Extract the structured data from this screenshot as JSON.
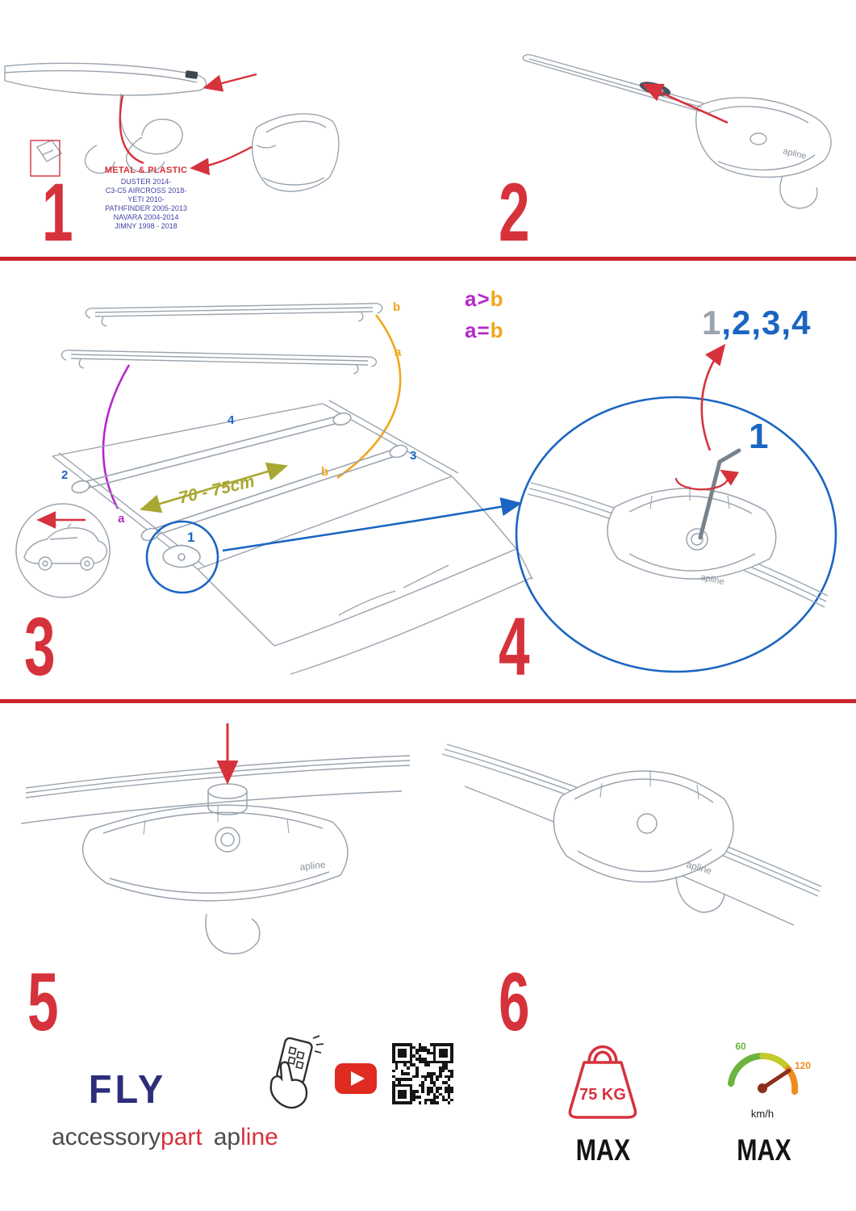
{
  "colors": {
    "red": "#d6323c",
    "blue": "#1b65c2",
    "purple": "#b429c9",
    "orange": "#f0a61e",
    "olive": "#a8a832",
    "navy": "#2d2d7b",
    "model_text": "#4343a5",
    "sketch_gray": "#9aa4ae",
    "green": "#6cb33f"
  },
  "step1": {
    "number": "1",
    "material": "METAL & PLASTIC",
    "models": [
      "DUSTER 2014-",
      "C3-C5 AIRCROSS 2018-",
      "YETI 2010-",
      "PATHFINDER 2005-2013",
      "NAVARA 2004-2014",
      "JIMNY 1998 - 2018"
    ]
  },
  "step2": {
    "number": "2",
    "foot_logo": "apline"
  },
  "step3": {
    "number": "3",
    "bar_label_b": "b",
    "bar_label_a": "a",
    "rule_gt": {
      "a": "a",
      "op": ">",
      "b": "b"
    },
    "rule_eq": {
      "a": "a",
      "op": "=",
      "b": "b"
    },
    "distance": "70 - 75cm",
    "foot_labels": {
      "n1": "1",
      "n2": "2",
      "n3": "3",
      "n4": "4",
      "a": "a",
      "b": "b"
    }
  },
  "step4": {
    "number": "4",
    "sequence_gray": "1",
    "sequence_blue": ",2,3,4",
    "first": "1",
    "foot_logo": "apline"
  },
  "step5": {
    "number": "5",
    "foot_logo": "apline"
  },
  "step6": {
    "number": "6",
    "foot_logo": "apline"
  },
  "footer": {
    "product": "FLY",
    "brand_accessory": "accessory",
    "brand_part": "part",
    "brand_ap": "ap",
    "brand_line": "line",
    "weight_value": "75 KG",
    "weight_max": "MAX",
    "speed_low": "60",
    "speed_high": "120",
    "speed_unit": "km/h",
    "speed_max": "MAX"
  }
}
